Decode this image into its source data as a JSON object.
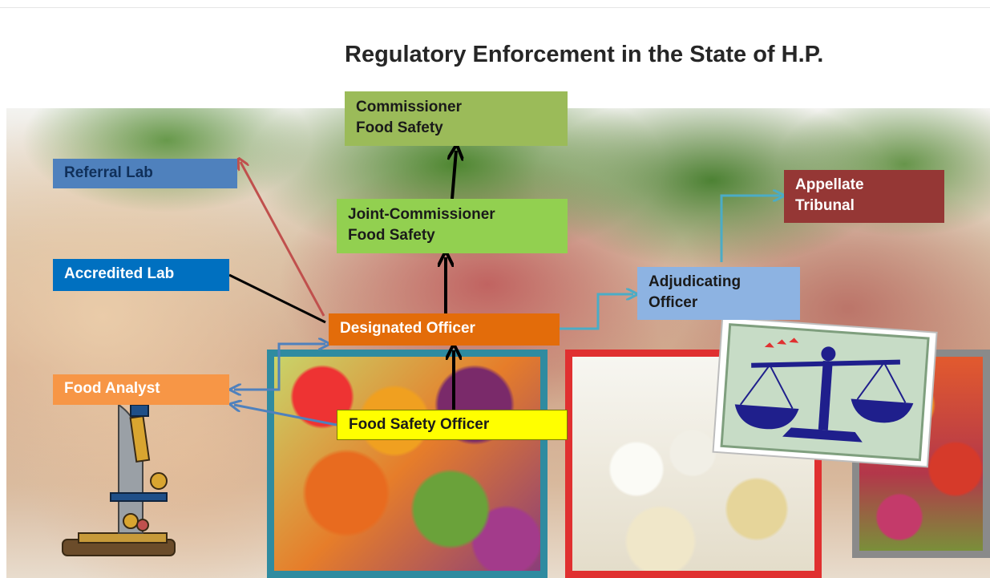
{
  "title": "Regulatory Enforcement in the State of H.P.",
  "nodes": {
    "commissioner": {
      "line1": "Commissioner",
      "line2": "Food Safety",
      "color": "#9bbb59"
    },
    "joint_commissioner": {
      "line1": "Joint-Commissioner",
      "line2": "Food Safety",
      "color": "#92d050"
    },
    "referral_lab": {
      "label": "Referral Lab",
      "color": "#4f81bd"
    },
    "accredited_lab": {
      "label": "Accredited Lab",
      "color": "#0070c0"
    },
    "designated_officer": {
      "label": "Designated Officer",
      "color": "#e36c0a"
    },
    "food_analyst": {
      "label": "Food Analyst",
      "color": "#f79646"
    },
    "food_safety_officer": {
      "label": "Food Safety Officer",
      "color": "#ffff00"
    },
    "adjudicating_officer": {
      "line1": "Adjudicating",
      "line2": "Officer",
      "color": "#8db3e2"
    },
    "appellate_tribunal": {
      "line1": "Appellate",
      "line2": "Tribunal",
      "color": "#953735"
    }
  },
  "icons": [
    "microscope-icon",
    "scales-of-justice-icon"
  ],
  "arrow_colors": {
    "hierarchy": "#000000",
    "referral": "#c0504d",
    "analyst": "#4f81bd",
    "adjudication": "#4bacc6"
  }
}
